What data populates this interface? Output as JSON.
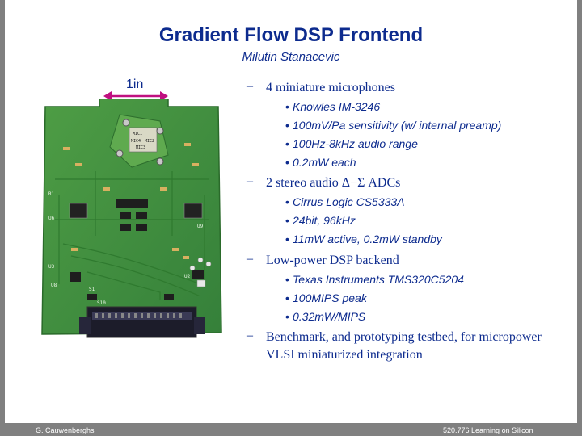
{
  "slide": {
    "title": "Gradient Flow DSP Frontend",
    "subtitle": "Milutin Stanacevic",
    "scale_label": "1in",
    "bullets": [
      {
        "text": "4 miniature microphones",
        "sub": [
          "Knowles IM-3246",
          "100mV/Pa sensitivity (w/ internal preamp)",
          "100Hz-8kHz audio range",
          "0.2mW each"
        ]
      },
      {
        "text": "2 stereo audio Δ−Σ ADCs",
        "sub": [
          "Cirrus Logic CS5333A",
          "24bit, 96kHz",
          "11mW active, 0.2mW standby"
        ]
      },
      {
        "text": "Low-power DSP backend",
        "sub": [
          "Texas Instruments TMS320C5204",
          "100MIPS peak",
          "0.32mW/MIPS"
        ]
      },
      {
        "text": "Benchmark, and prototyping testbed, for micropower VLSI miniaturized integration",
        "sub": []
      }
    ],
    "bullet_dash": "–",
    "bullet_dot": "•"
  },
  "board": {
    "labels": [
      "MIC1",
      "MIC4",
      "MIC2",
      "MIC3",
      "U8",
      "S1",
      "U2",
      "S10",
      "U3",
      "U9",
      "U6",
      "R1"
    ]
  },
  "footer": {
    "left": "G. Cauwenberghs",
    "right": "520.776 Learning on Silicon"
  },
  "colors": {
    "text": "#0d2b8e",
    "arrow": "#c01080",
    "pcb": "#3f8f3a",
    "frame": "#808080"
  }
}
